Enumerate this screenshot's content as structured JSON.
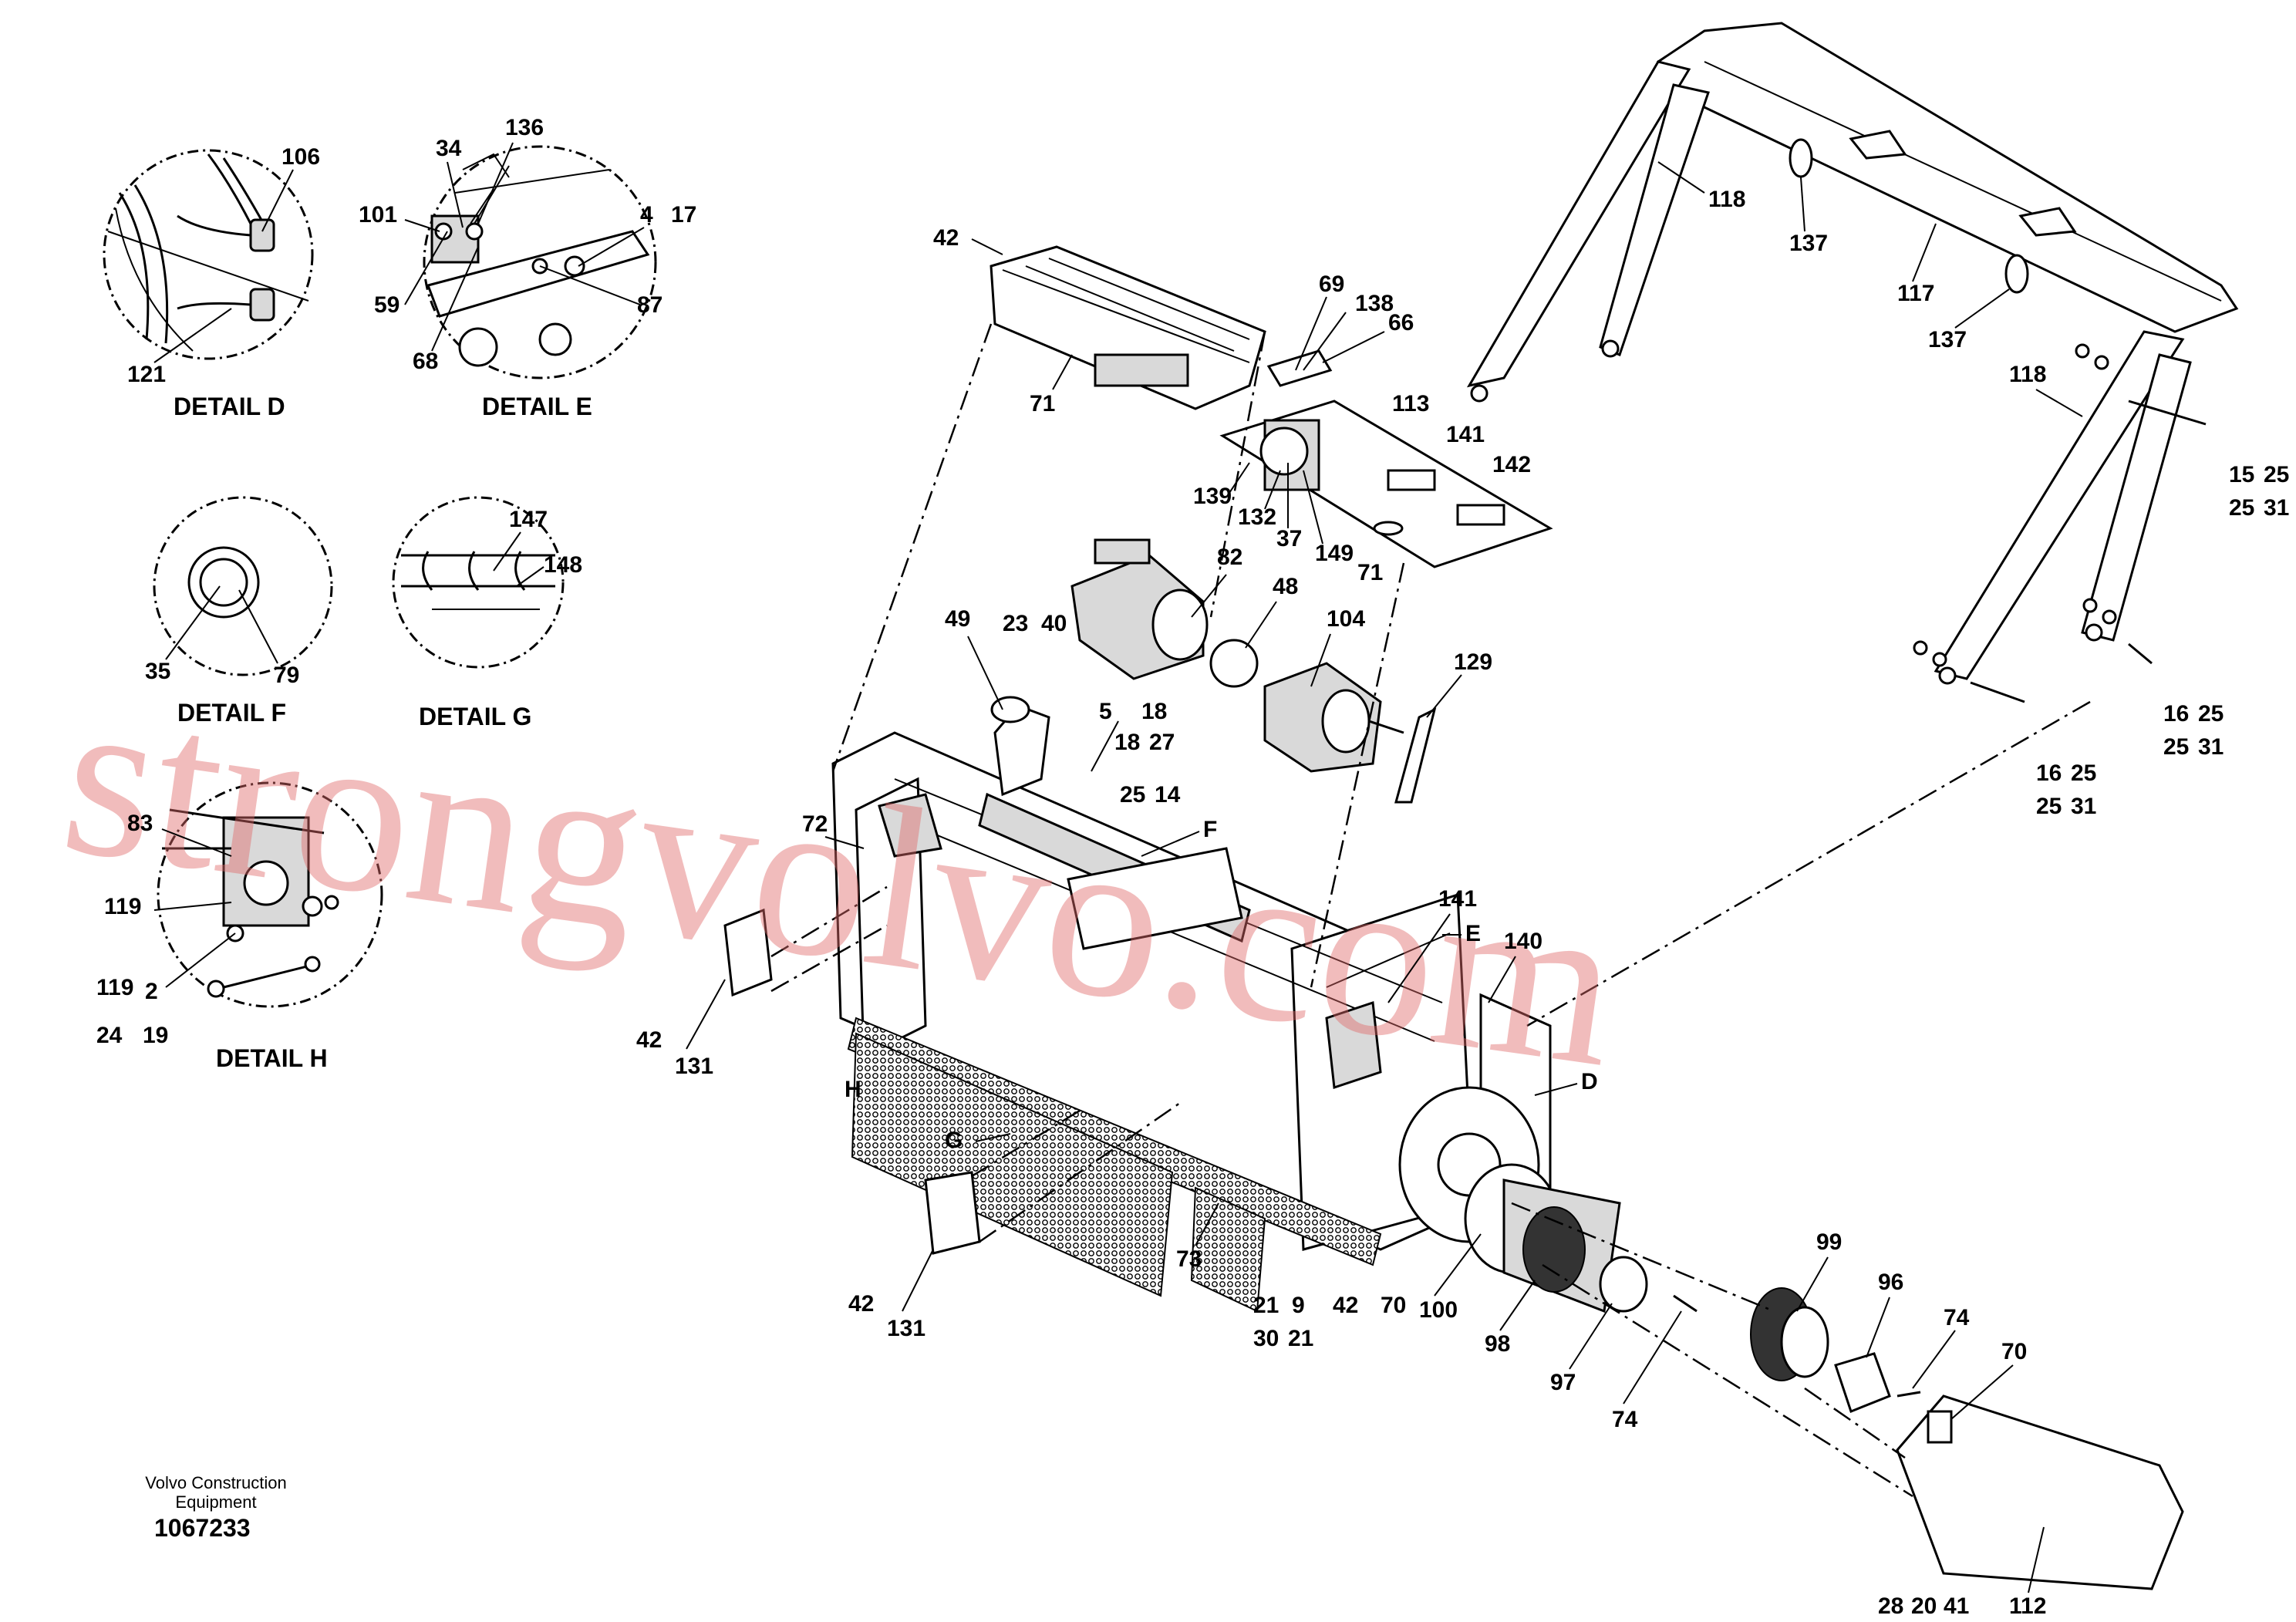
{
  "labels": {
    "l106": "106",
    "l121": "121",
    "l34": "34",
    "l136": "136",
    "l101": "101",
    "l4": "4",
    "l17": "17",
    "l59": "59",
    "l87": "87",
    "l68": "68",
    "l147": "147",
    "l148": "148",
    "l35": "35",
    "l79": "79",
    "l83": "83",
    "l119": "119",
    "l2": "2",
    "l24": "24",
    "l19": "19",
    "l119b": "119",
    "l42a": "42",
    "l71a": "71",
    "l69": "69",
    "l138": "138",
    "l66": "66",
    "l113": "113",
    "l141a": "141",
    "l142": "142",
    "l139": "139",
    "l132": "132",
    "l37": "37",
    "l149": "149",
    "l71b": "71",
    "l82": "82",
    "l48": "48",
    "l104": "104",
    "l23": "23",
    "l40": "40",
    "l49": "49",
    "l5": "5",
    "l18a": "18",
    "l18b": "18",
    "l27": "27",
    "l25a": "25",
    "l14": "14",
    "l129": "129",
    "l72": "72",
    "lF": "F",
    "l141b": "141",
    "lE": "E",
    "l140": "140",
    "lD": "D",
    "lH": "H",
    "lG": "G",
    "l73": "73",
    "l42b": "42",
    "l131a": "131",
    "l42c": "42",
    "l131b": "131",
    "l21a": "21",
    "l9": "9",
    "l30": "30",
    "l21b": "21",
    "l42d": "42",
    "l70a": "70",
    "l100": "100",
    "l98": "98",
    "l97": "97",
    "l74a": "74",
    "l99": "99",
    "l96": "96",
    "l74b": "74",
    "l70b": "70",
    "l28": "28",
    "l20": "20",
    "l41": "41",
    "l112": "112",
    "l118a": "118",
    "l137a": "137",
    "l117": "117",
    "l137b": "137",
    "l118b": "118",
    "l15": "15",
    "l25b": "25",
    "l25c": "25",
    "l31a": "31",
    "l16a": "16",
    "l25d": "25",
    "l25e": "25",
    "l31b": "31",
    "l16b": "16",
    "l25f": "25",
    "l25g": "25",
    "l31c": "31"
  },
  "details": {
    "d": "DETAIL D",
    "e": "DETAIL E",
    "f": "DETAIL F",
    "g": "DETAIL G",
    "h": "DETAIL H"
  },
  "footer": {
    "company_line1": "Volvo Construction",
    "company_line2": "Equipment",
    "drawing_number": "1067233"
  },
  "watermark": "strongvolvo.com"
}
